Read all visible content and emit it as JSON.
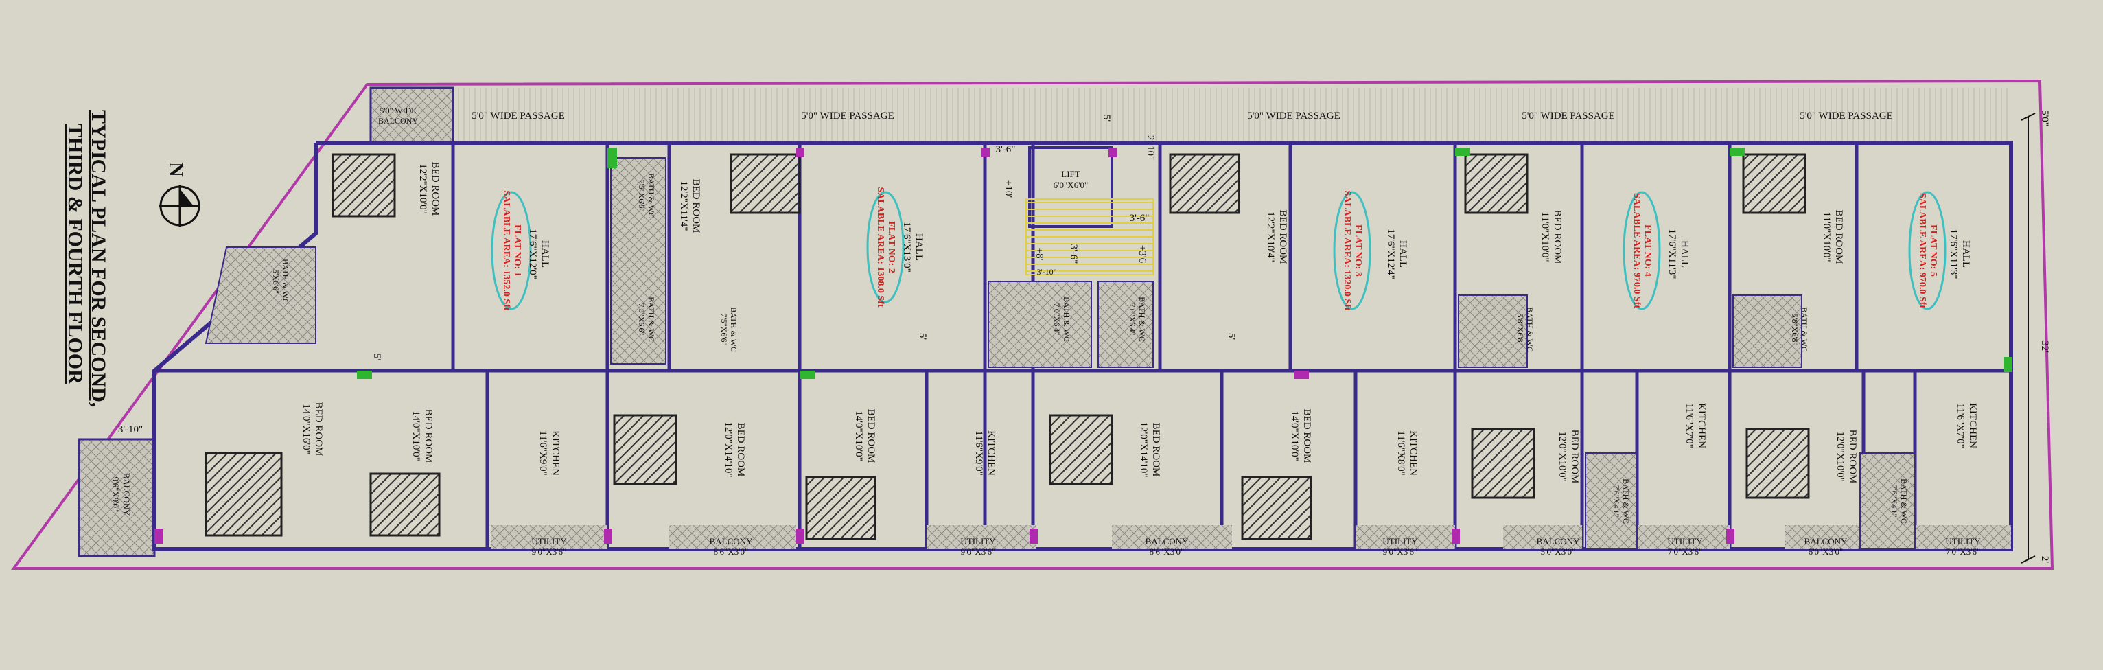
{
  "title": {
    "line1": "TYPICAL PLAN FOR SECOND,",
    "line2": "THIRD & FOURTH FLOOR"
  },
  "north_label": "N",
  "colors": {
    "background": "#d8d6c8",
    "wall": "#3a2a8c",
    "boundary": "#b03aa8",
    "door": "#c8882f",
    "flat_label": "#d32020",
    "ellipse": "#3fbfbf",
    "column_magenta": "#b02ab0",
    "column_green": "#2fb52f"
  },
  "passages": [
    {
      "label": "5'0\" WIDE PASSAGE"
    },
    {
      "label": "5'0\" WIDE PASSAGE"
    },
    {
      "label": "5'0\" WIDE PASSAGE"
    },
    {
      "label": "5'0\" WIDE PASSAGE"
    },
    {
      "label": "5'0\" WIDE PASSAGE"
    }
  ],
  "wide_balcony": {
    "line1": "5'0\" WIDE",
    "line2": "BALCONY"
  },
  "flats": [
    {
      "name": "FLAT NO: 1",
      "area": "SALABLE AREA: 1352.0 Sft"
    },
    {
      "name": "FLAT NO: 2",
      "area": "SALABLE AREA: 1308.0 Sft"
    },
    {
      "name": "FLAT NO: 3",
      "area": "SALABLE AREA: 1320.0 Sft"
    },
    {
      "name": "FLAT NO: 4",
      "area": "SALABLE AREA: 970.0 Sft"
    },
    {
      "name": "FLAT NO: 5",
      "area": "SALABLE AREA: 970.0 Sft"
    }
  ],
  "rooms": {
    "halls": [
      {
        "name": "HALL",
        "dim": "17'6\"X12'0\""
      },
      {
        "name": "HALL",
        "dim": "17'6\"X13'0\""
      },
      {
        "name": "HALL",
        "dim": "17'6\"X12'4\""
      },
      {
        "name": "HALL",
        "dim": "17'6\"X11'3\""
      },
      {
        "name": "HALL",
        "dim": "17'6\"X11'3\""
      }
    ],
    "top_bedrooms": [
      {
        "name": "BED ROOM",
        "dim": "12'2\"X10'0\""
      },
      {
        "name": "BED ROOM",
        "dim": "12'2\"X11'4\""
      },
      {
        "name": "BED ROOM",
        "dim": "12'2\"X10'4\""
      },
      {
        "name": "BED ROOM",
        "dim": "11'0\"X10'0\""
      },
      {
        "name": "BED ROOM",
        "dim": "11'0\"X10'0\""
      }
    ],
    "bottom_bedrooms": [
      {
        "name": "BED ROOM",
        "dim": "14'0\"X16'0\""
      },
      {
        "name": "BED ROOM",
        "dim": "14'0\"X10'0\""
      },
      {
        "name": "BED ROOM",
        "dim": "12'0\"X14'10\""
      },
      {
        "name": "BED ROOM",
        "dim": "14'0\"X10'0\""
      },
      {
        "name": "BED ROOM",
        "dim": "12'0\"X14'10\""
      },
      {
        "name": "BED ROOM",
        "dim": "14'0\"X10'0\""
      },
      {
        "name": "BED ROOM",
        "dim": "12'0\"X10'0\""
      },
      {
        "name": "BED ROOM",
        "dim": "12'0\"X10'0\""
      }
    ],
    "kitchens": [
      {
        "name": "KITCHEN",
        "dim": "11'6\"X9'0\""
      },
      {
        "name": "KITCHEN",
        "dim": "11'6\"X9'0\""
      },
      {
        "name": "KITCHEN",
        "dim": "11'6\"X8'0\""
      },
      {
        "name": "KITCHEN",
        "dim": "11'6\"X7'0\""
      },
      {
        "name": "KITCHEN",
        "dim": "11'6\"X7'0\""
      }
    ],
    "baths": [
      {
        "name": "BATH & WC",
        "dim": "5'X6'6\""
      },
      {
        "name": "BATH & WC",
        "dim": "7'5\"X6'6\""
      },
      {
        "name": "BATH & WC",
        "dim": "7'5\"X6'6\""
      },
      {
        "name": "BATH & WC",
        "dim": "7'5\"X6'6\""
      },
      {
        "name": "BATH & WC",
        "dim": "7'0\"X6'4\""
      },
      {
        "name": "BATH & WC",
        "dim": "7'0\"X6'4\""
      },
      {
        "name": "BATH & WC",
        "dim": "5'8\"X6'8\""
      },
      {
        "name": "BATH & WC",
        "dim": "5'8\"X6'8\""
      },
      {
        "name": "BATH & WC",
        "dim": "7'6\"X4'1\""
      },
      {
        "name": "BATH & WC",
        "dim": "7'6\"X4'1\""
      }
    ],
    "utilities": [
      {
        "name": "UTILITY",
        "dim": "9'0\"X3'6\""
      },
      {
        "name": "UTILITY",
        "dim": "9'0\"X3'6\""
      },
      {
        "name": "UTILITY",
        "dim": "9'0\"X3'6\""
      },
      {
        "name": "UTILITY",
        "dim": "7'0\"X3'6\""
      },
      {
        "name": "UTILITY",
        "dim": "7'0\"X3'6\""
      }
    ],
    "balconies": [
      {
        "name": "BALCONY",
        "dim": "8'6\"X3'0\""
      },
      {
        "name": "BALCONY",
        "dim": "8'6\"X3'0\""
      },
      {
        "name": "BALCONY",
        "dim": "5'0\"X3'0\""
      },
      {
        "name": "BALCONY",
        "dim": "6'0\"X3'0\""
      }
    ],
    "corner_balcony": {
      "name": "BALCONY",
      "dim": "9'6\"X9'0\""
    },
    "lift": {
      "name": "LIFT",
      "dim": "6'0\"X6'0\""
    }
  },
  "dimensions": {
    "d_3_6a": "3'-6\"",
    "d_5": "5'",
    "d_2_10": "2'-10\"",
    "d_3_6b": "3'-6\"",
    "d_10": "+10'",
    "d_8": "+8'",
    "d_3_6c": "3'-6\"",
    "d_36": "+3'6",
    "d_3_10a": "3'-10\"",
    "d_3_10b": "3'-10\"",
    "d_5b": "5'",
    "d_5c": "5'",
    "d_5d": "5'",
    "d_5_0": "5'0\"",
    "d_32": "32'",
    "d_2": "2'"
  }
}
